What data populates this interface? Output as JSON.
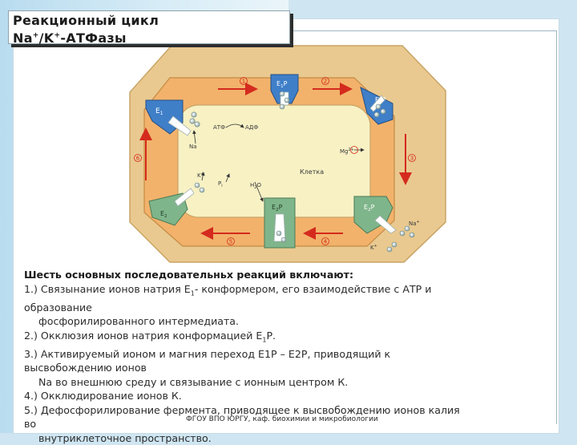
{
  "title": {
    "line1": "Реакционный цикл",
    "line2_base": "Na",
    "line2_sup1": "+",
    "line2_mid": "/K",
    "line2_sup2": "+",
    "line2_end": "-АТФазы"
  },
  "diagram": {
    "cell_label": "Клетка",
    "states": {
      "E1_left": "E",
      "E1_left_sub": "1",
      "E1P_top": "E",
      "E1P_top_sub": "1",
      "E1P_top_suffix": "P",
      "E2P_topright": "E",
      "E2P_topright_sub": "2",
      "E2P_topright_suffix": "P",
      "E2P_right": "E",
      "E2P_right_sub": "2",
      "E2P_right_suffix": "P",
      "E2P_bottom": "E",
      "E2P_bottom_sub": "2",
      "E2P_bottom_suffix": "P",
      "E2_left": "E",
      "E2_left_sub": "2"
    },
    "labels": {
      "atp": "АТФ",
      "adp": "АДФ",
      "na_in": "Na",
      "k_in": "K",
      "k_in_sup": "+",
      "pi": "P",
      "pi_sub": "i",
      "h2o": "H",
      "h2o_sub": "2",
      "h2o_end": "O",
      "mg": "Mg",
      "mg_sup": "2+",
      "na_out": "Na",
      "na_out_sup": "+",
      "k_out": "K",
      "k_out_sup": "+"
    },
    "step_numbers": [
      "1",
      "2",
      "3",
      "4",
      "5",
      "6"
    ],
    "colors": {
      "outer": "#e9c98f",
      "membrane": "#f2b26b",
      "cytoplasm": "#f7f1c4",
      "enzyme_blue": "#3f7fc8",
      "enzyme_green": "#7fb58a",
      "arrow_red": "#d42b1e"
    }
  },
  "text": {
    "heading": "Шесть основных последовательньх реакций включают:",
    "l1a": "1.) Связынание  ионов натрия Е",
    "l1a_sub": "1",
    "l1b": "- конформером, его взаимодействие с АТР и",
    "l1c": "образование",
    "l1d": "фосфорилированного интермедиата.",
    "l2a": "2.) Окклюзия ионов натрия конформацией Е",
    "l2a_sub": "1",
    "l2b": "Р.",
    "l3a": "3.) Активируемый ионом и магния переход Е1Р – Е2Р, приводящий к",
    "l3b": "высвобождению ионов",
    "l3c": "Na во внешнюю среду и связывание с ионным центром К.",
    "l4": "4.) Окклюдирование ионов К.",
    "l5a": "5.) Дефосфорилирование  фермента, приводящее к высвобождению ионов калия",
    "l5b": "во",
    "l5c": "внутриклеточное пространство."
  },
  "footer": "ФГОУ ВПО ЮРГУ, каф. биохимии и микробиологии"
}
